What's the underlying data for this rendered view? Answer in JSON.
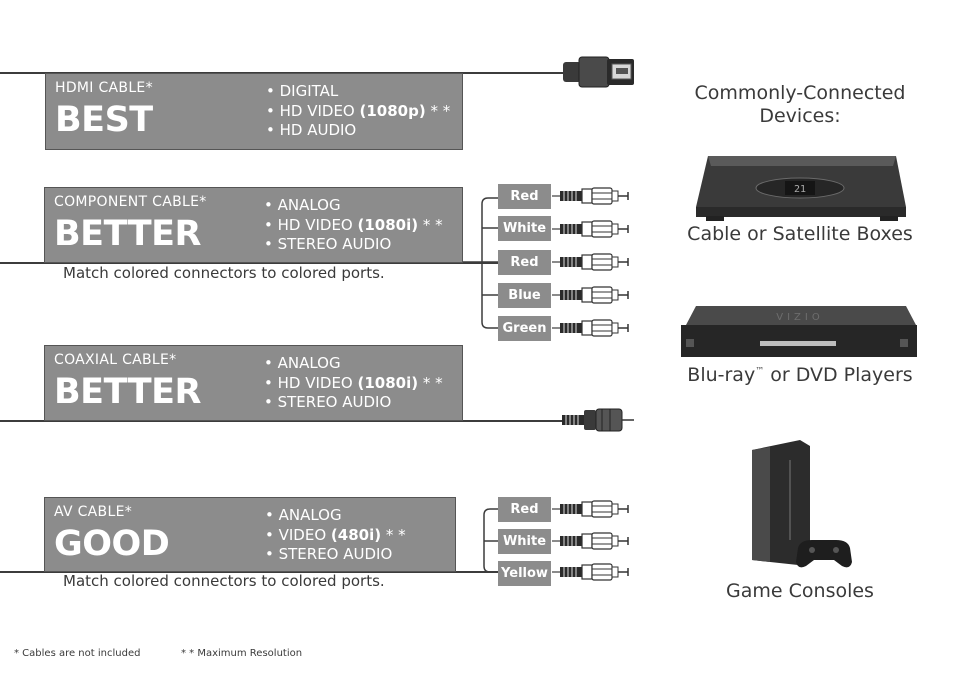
{
  "cables": [
    {
      "title": "HDMI CABLE*",
      "grade": "BEST",
      "features": [
        {
          "text": "• DIGITAL",
          "bold": ""
        },
        {
          "text": "• HD VIDEO ",
          "bold": "(1080p)",
          "suffix": "* *"
        },
        {
          "text": "• HD AUDIO",
          "bold": ""
        }
      ]
    },
    {
      "title": "COMPONENT CABLE*",
      "grade": "BETTER",
      "features": [
        {
          "text": "• ANALOG",
          "bold": ""
        },
        {
          "text": "• HD VIDEO ",
          "bold": "(1080i)",
          "suffix": "* *"
        },
        {
          "text": "• STEREO AUDIO",
          "bold": ""
        }
      ]
    },
    {
      "title": "COAXIAL CABLE*",
      "grade": "BETTER",
      "features": [
        {
          "text": "• ANALOG",
          "bold": ""
        },
        {
          "text": "• HD VIDEO ",
          "bold": "(1080i)",
          "suffix": "* *"
        },
        {
          "text": "• STEREO AUDIO",
          "bold": ""
        }
      ]
    },
    {
      "title": "AV CABLE*",
      "grade": "GOOD",
      "features": [
        {
          "text": "• ANALOG",
          "bold": ""
        },
        {
          "text": "• VIDEO ",
          "bold": "(480i)",
          "suffix": "* *"
        },
        {
          "text": "• STEREO AUDIO",
          "bold": ""
        }
      ]
    }
  ],
  "component_tags": [
    "Red",
    "White",
    "Red",
    "Blue",
    "Green"
  ],
  "av_tags": [
    "Red",
    "White",
    "Yellow"
  ],
  "match_note": "Match colored connectors to colored ports.",
  "devices": {
    "heading": "Commonly-Connected Devices:",
    "cable_box": "Cable or Satellite Boxes",
    "bluray": "Blu-ray",
    "bluray_tm": "™",
    "bluray_rest": " or DVD Players",
    "consoles": "Game Consoles",
    "box_display": "21",
    "player_logo": "VIZIO"
  },
  "footnotes": {
    "not_included": "* Cables are not included",
    "max_res": "* * Maximum Resolution"
  },
  "colors": {
    "panel": "#8c8c8c",
    "line": "#3c3c3c",
    "text": "#3a3a3a"
  }
}
